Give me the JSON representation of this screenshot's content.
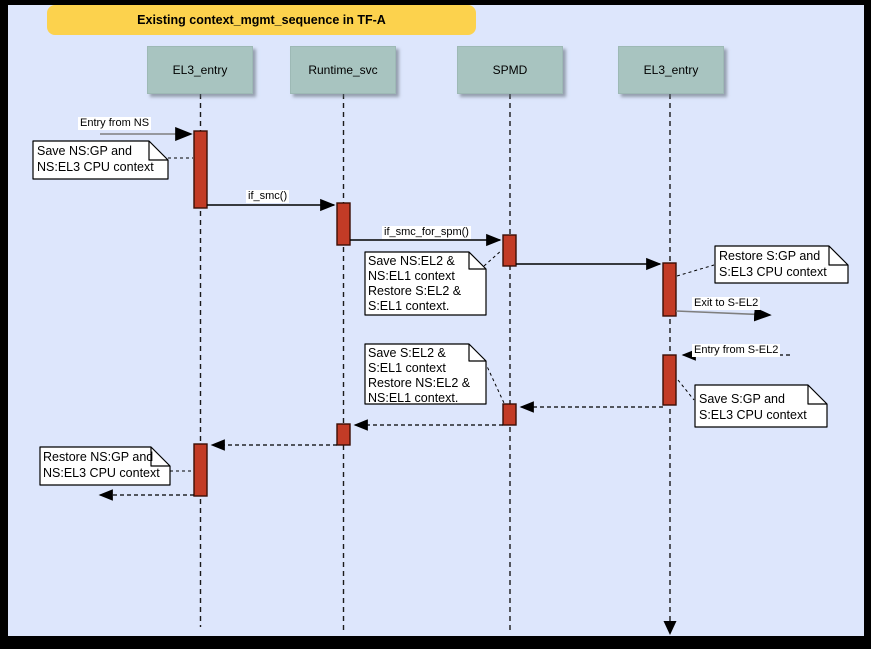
{
  "title": "Existing context_mgmt_sequence in TF-A",
  "lifelines": [
    {
      "label": "EL3_entry"
    },
    {
      "label": "Runtime_svc"
    },
    {
      "label": "SPMD"
    },
    {
      "label": "EL3_entry"
    }
  ],
  "messages": [
    {
      "label": "Entry from NS"
    },
    {
      "label": "if_smc()"
    },
    {
      "label": "if_smc_for_spm()"
    },
    {
      "label": "Exit to S-EL2"
    },
    {
      "label": "Entry from S-EL2"
    }
  ],
  "notes": [
    {
      "lines": [
        "Save NS:GP and",
        "NS:EL3 CPU context"
      ]
    },
    {
      "lines": [
        "Save NS:EL2 &",
        "NS:EL1 context",
        "Restore S:EL2 &",
        "S:EL1 context."
      ]
    },
    {
      "lines": [
        "Restore S:GP and",
        "S:EL3 CPU context"
      ]
    },
    {
      "lines": [
        "Save S:EL2 &",
        "S:EL1 context",
        "Restore NS:EL2 &",
        "NS:EL1 context."
      ]
    },
    {
      "lines": [
        "Save S:GP and",
        "S:EL3 CPU context"
      ]
    },
    {
      "lines": [
        "Restore NS:GP and",
        "NS:EL3 CPU context"
      ]
    }
  ],
  "colors": {
    "background": "#DDE6FC",
    "frame": "#000000",
    "title_bg": "#FCD24D",
    "lifeline_head_bg": "#A8C4C0",
    "activation_fill": "#C23B26",
    "activation_stroke": "#3B0E05",
    "note_bg": "#FFFFFF",
    "env_arrow_line": "#7F7F7F",
    "message_line": "#000000"
  }
}
